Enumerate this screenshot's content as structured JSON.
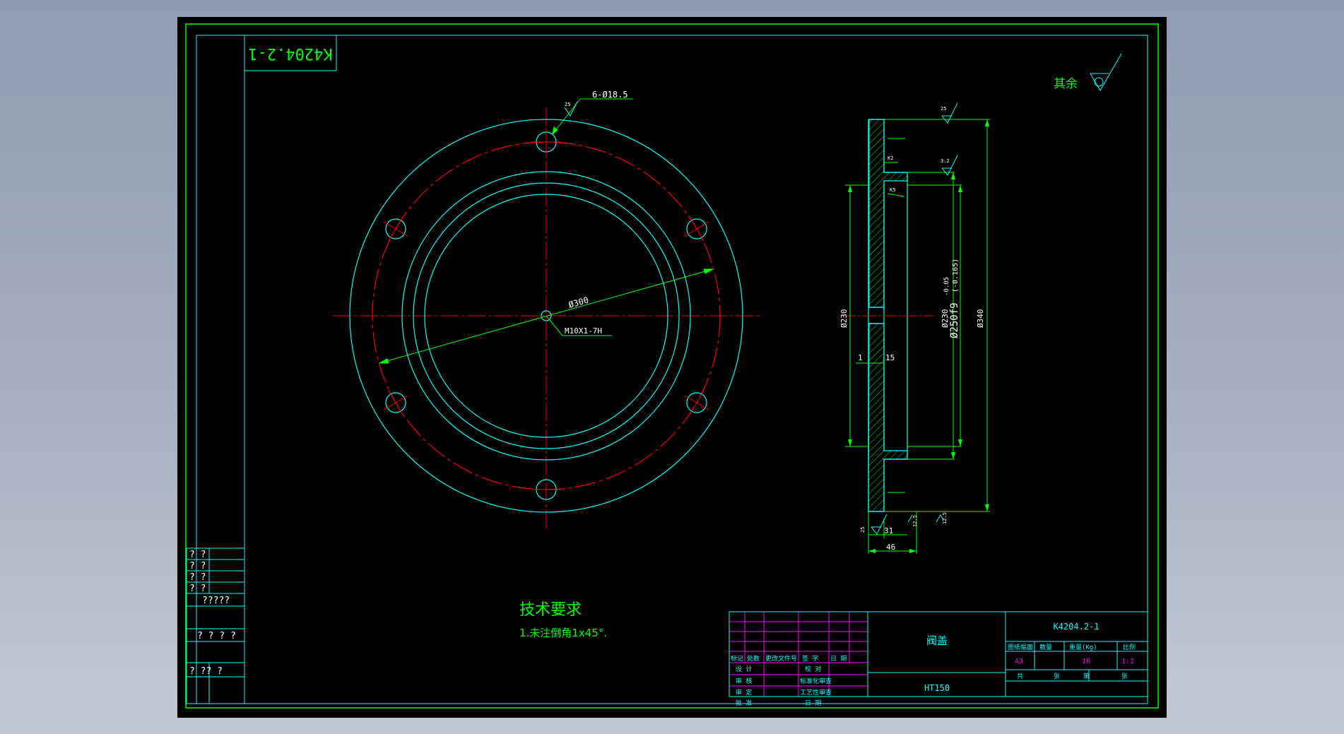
{
  "drawing": {
    "code_rotated": "K4204.2-1",
    "roughness_rest_label": "其余",
    "front_view": {
      "holes_callout": "6-Ø18.5",
      "hole_roughness": "25",
      "pcd_dimension": "Ø300",
      "center_thread": "M10X1-7H"
    },
    "section_view": {
      "dim_d230_left": "Ø230",
      "dim_d230_right": "Ø230",
      "dim_fit": "Ø250f9",
      "fit_upper": "-0.05",
      "fit_lower": "(-0.165)",
      "dim_d340": "Ø340",
      "dim_1": "1",
      "dim_15": "15",
      "dim_31": "31",
      "dim_46": "46",
      "chamfer_1": "K2",
      "chamfer_2": "K5",
      "roughness_top": "25",
      "roughness_mid": "3.2",
      "roughness_bottom_left": "25",
      "roughness_bottom_mid": "12.5",
      "roughness_bottom_right": "12.5"
    },
    "tech_req": {
      "title": "技术要求",
      "item1": "1.未注倒角1x45°."
    }
  },
  "left_strip": {
    "r1": "? ?",
    "r2": "? ?",
    "r3": "? ?",
    "r4": "? ?",
    "r5": "?????",
    "r6": "? ? ? ?",
    "r7": "? ?? ?"
  },
  "title_block": {
    "part_name": "阀盖",
    "material": "HT150",
    "drawing_no": "K4204.2-1",
    "headers": {
      "sheet_size": "图纸幅面",
      "qty": "数量",
      "weight": "重量(Kg)",
      "scale": "比例"
    },
    "values": {
      "sheet_size": "A3",
      "qty": "",
      "weight": "16",
      "scale": "1:2"
    },
    "sheets": {
      "total": "共",
      "zhang1": "张",
      "no": "第",
      "zhang2": "张"
    },
    "revision_row": {
      "mark": "标记",
      "count": "处数",
      "doc": "更改文件号",
      "sign": "签 字",
      "date": "日 期"
    },
    "roles": {
      "design": "设 计",
      "check": "校 对",
      "review": "审 核",
      "std": "标准化审查",
      "approve2": "审 定",
      "process": "工艺性审查",
      "approve": "批 准",
      "date": "日 期"
    }
  },
  "colors": {
    "frame": "#00ff00",
    "geometry": "#00ffff",
    "centerline": "#ff0000",
    "dimension": "#00ff00",
    "table": "#ff00ff"
  }
}
